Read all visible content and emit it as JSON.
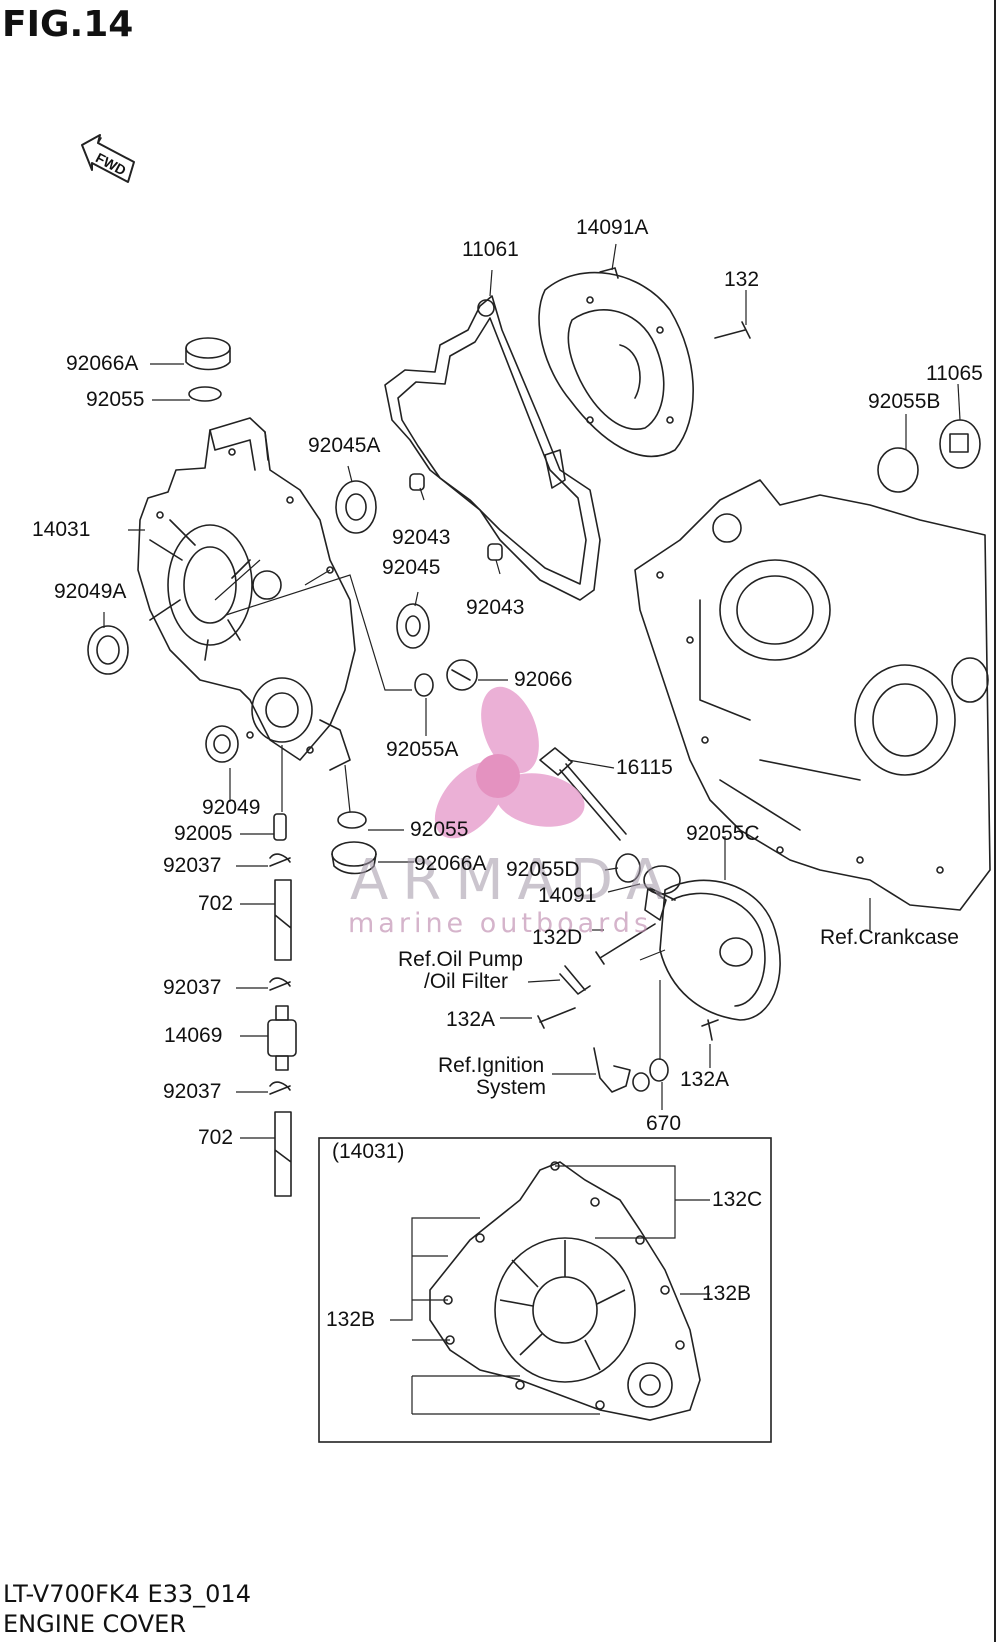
{
  "figure": {
    "title": "FIG.14",
    "model_code": "LT-V700FK4 E33_014",
    "name": "ENGINE COVER",
    "fwd_marker": "FWD"
  },
  "watermark": {
    "brand": "ARMADA",
    "tagline": "marine outboards",
    "colors": {
      "propeller": "#e8a3cf",
      "hub": "#e07fb6",
      "text": "#a096a5"
    }
  },
  "parts": {
    "p92066A_top": "92066A",
    "p92055_top": "92055",
    "p14031": "14031",
    "p92049A": "92049A",
    "p92049": "92049",
    "p92005": "92005",
    "p92037_a": "92037",
    "p702_a": "702",
    "p92037_b": "92037",
    "p14069": "14069",
    "p92037_c": "92037",
    "p702_b": "702",
    "p92045A": "92045A",
    "p92043_a": "92043",
    "p92045": "92045",
    "p92043_b": "92043",
    "p92066": "92066",
    "p92055A": "92055A",
    "p92055_mid": "92055",
    "p92066A_mid": "92066A",
    "p11061": "11061",
    "p14091A": "14091A",
    "p132": "132",
    "p11065": "11065",
    "p92055B": "92055B",
    "p16115": "16115",
    "p92055C": "92055C",
    "p92055D": "92055D",
    "p14091": "14091",
    "p132D": "132D",
    "p132A_a": "132A",
    "p132A_b": "132A",
    "p670": "670"
  },
  "references": {
    "crankcase": "Ref.Crankcase",
    "oil_pump_1": "Ref.Oil Pump",
    "oil_pump_2": "/Oil Filter",
    "ignition_1": "Ref.Ignition",
    "ignition_2": "System"
  },
  "inset": {
    "title": "(14031)",
    "p132C": "132C",
    "p132B_right": "132B",
    "p132B_left": "132B"
  }
}
